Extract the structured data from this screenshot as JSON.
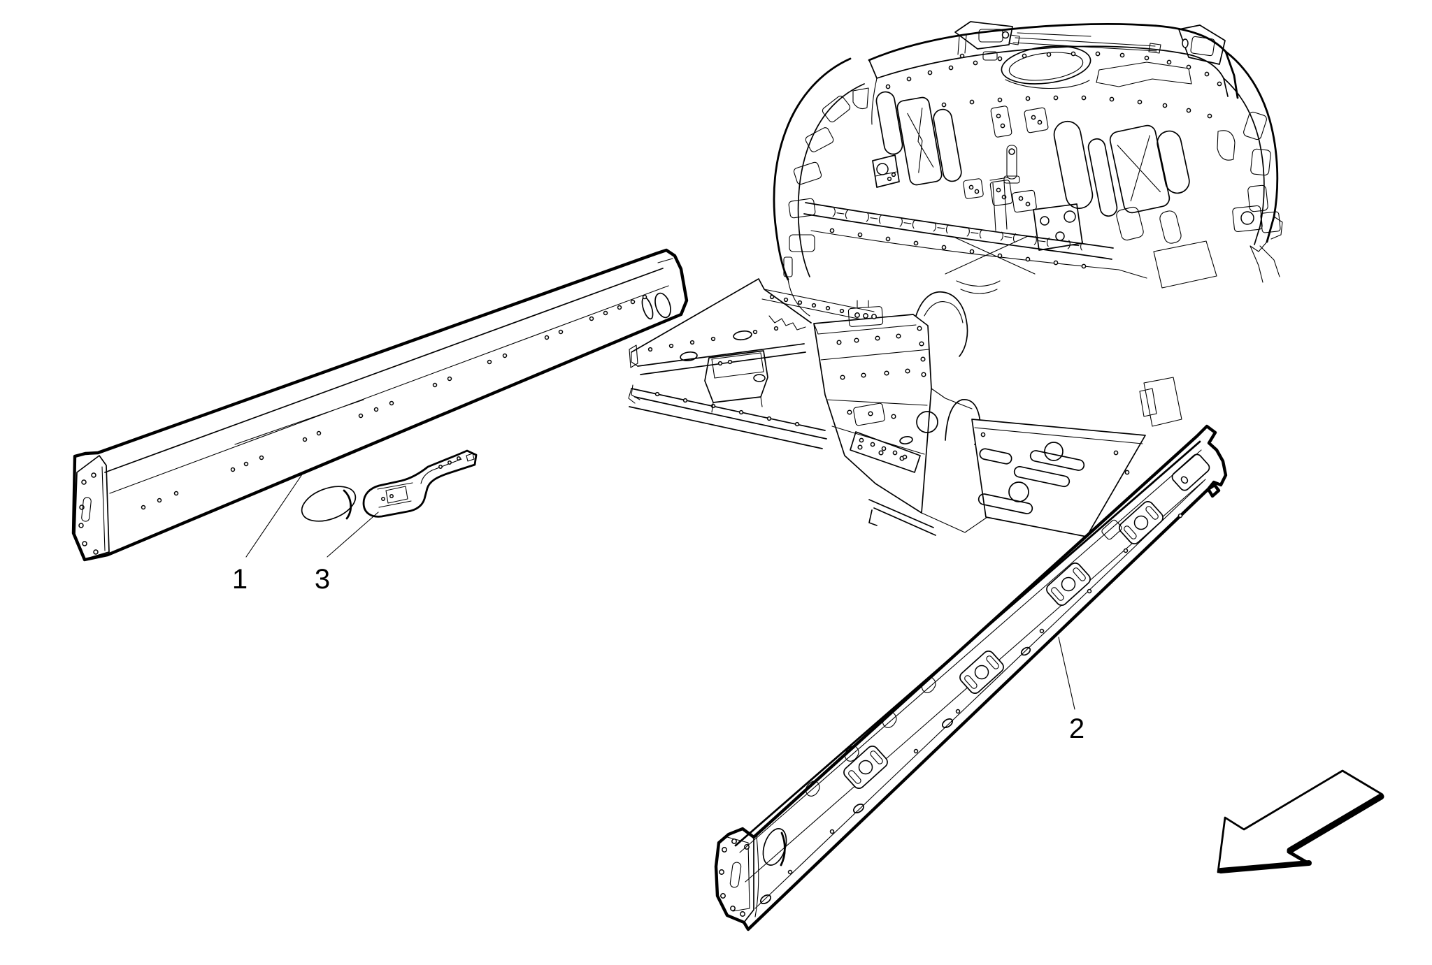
{
  "diagram": {
    "background_color": "#ffffff",
    "line_color": "#000000",
    "callouts": [
      {
        "label": "1"
      },
      {
        "label": "2"
      },
      {
        "label": "3"
      }
    ],
    "arrow": {
      "name": "front-direction-arrow",
      "direction": "down-left"
    }
  }
}
